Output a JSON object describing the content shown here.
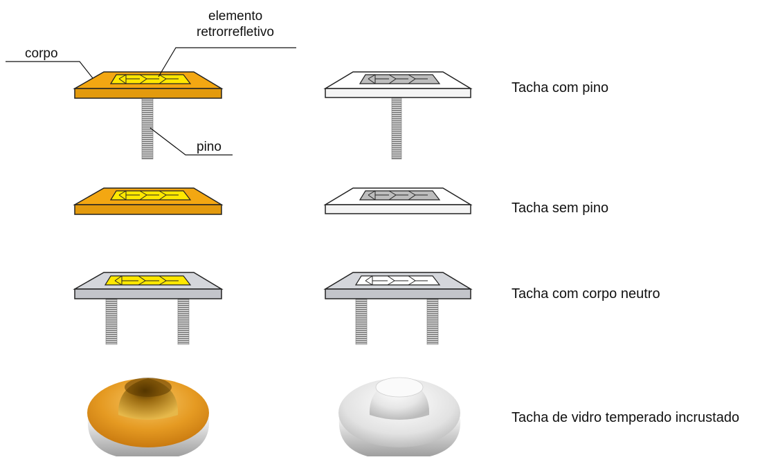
{
  "callouts": {
    "body": "corpo",
    "retro_line1": "elemento",
    "retro_line2": "retrorrefletivo",
    "pin": "pino"
  },
  "rows": [
    {
      "label": "Tacha com pino"
    },
    {
      "label": "Tacha sem pino"
    },
    {
      "label": "Tacha com corpo neutro"
    },
    {
      "label": "Tacha de vidro temperado incrustado"
    }
  ],
  "colors": {
    "amber_body": "#f3a712",
    "yellow_element": "#ffe800",
    "gray_element": "#bdbdbd",
    "neutral_body": "#d4d6db",
    "white_body": "#ffffff",
    "pin": "#8f8f8f",
    "outline": "#222222"
  }
}
